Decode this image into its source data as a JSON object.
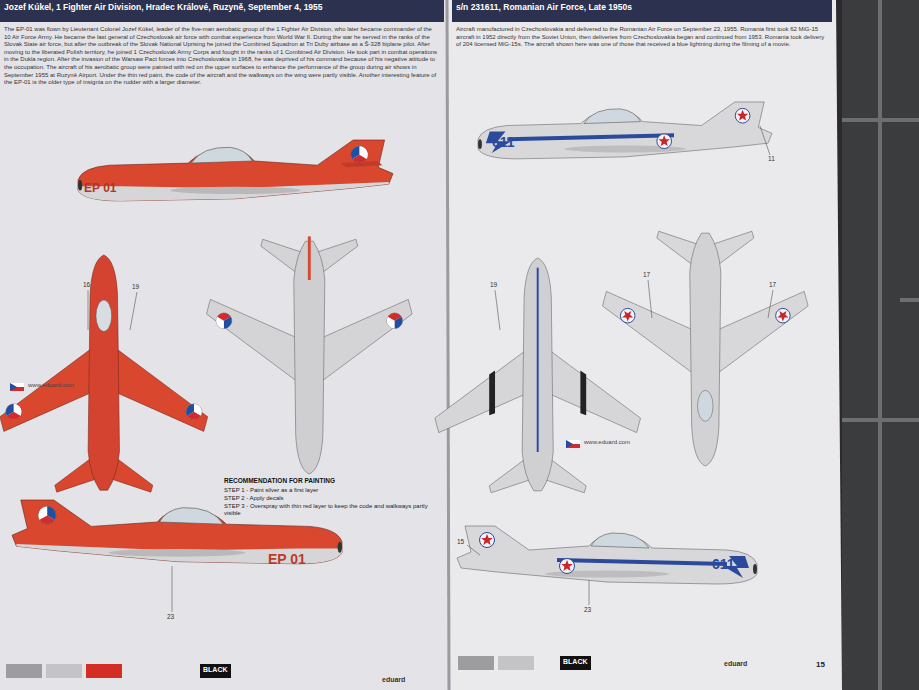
{
  "diagram": {
    "nodes": [
      {
        "text": [
          "Jozef Kúkel, 1 Fighter Air Division, Hradec Králové, Ruzyně, September 4, 1955"
        ]
      },
      {
        "text": [
          "s/n 231611, Romanian Air Force, Late 1950s"
        ]
      },
      {
        "text": [
          "BLACK"
        ]
      },
      {
        "text": [
          "BLACK"
        ]
      }
    ],
    "labels": [
      "The EP-01 was flown by Lieutenant Colonel Jozef Kúkel, leader of the five-man aerobatic group of the 1 Fighter Air Division, who later became commander of the 10 Air Force Army. He became the last general of Czechoslovak air force with combat experience from World War II. During the war he served in the ranks of the Slovak State air force, but after the outbreak of the Slovak National Uprising he joined the Combined Squadron at Tri Duby airbase as a Š-328 biplane pilot. After moving to the liberated Polish territory, he joined 1 Czechoslovak Army Corps and fought in the ranks of 1 Combined Air Division. He took part in combat operations in the Dukla region. After the invasion of the Warsaw Pact forces into Czechoslovakia in 1968, he was deprived of his command because of his negative attitude to the occupation. The aircraft of his aerobatic group were painted with red on the upper surfaces to enhance the performance of the group during air shows in September 1955 at Ruzyně Airport. Under the thin red paint, the code of the aircraft and the walkways on the wing were partly visible. Another interesting feature of the EP-01 is the older type of insignia on the rudder with a larger diameter.",
      "Aircraft manufactured in Czechoslovakia and delivered to the Romanian Air Force on September 23, 1955. Romania first took 62 MiG-15 aircraft in 1952 directly from the Soviet Union, then deliveries from Czechoslovakia began and continued from 1953. Romania took delivery of 204 licensed MiG-15s. The aircraft shown here was one of those that received a blue lightning during the filming of a movie.",
      "EP 01",
      "EP 01",
      "611",
      "611",
      "www.eduard.com",
      "www.eduard.com",
      "RECOMMENDATION FOR PAINTING",
      "STEP 1 - Paint silver as a first layer",
      "STEP 2 - Apply decals",
      "STEP 3 - Overspray with thin red layer to keep the code and walkways partly visible",
      "eduard",
      "eduard",
      "15",
      "16",
      "19",
      "23",
      "19",
      "17",
      "17",
      "11",
      "23",
      "15"
    ]
  }
}
